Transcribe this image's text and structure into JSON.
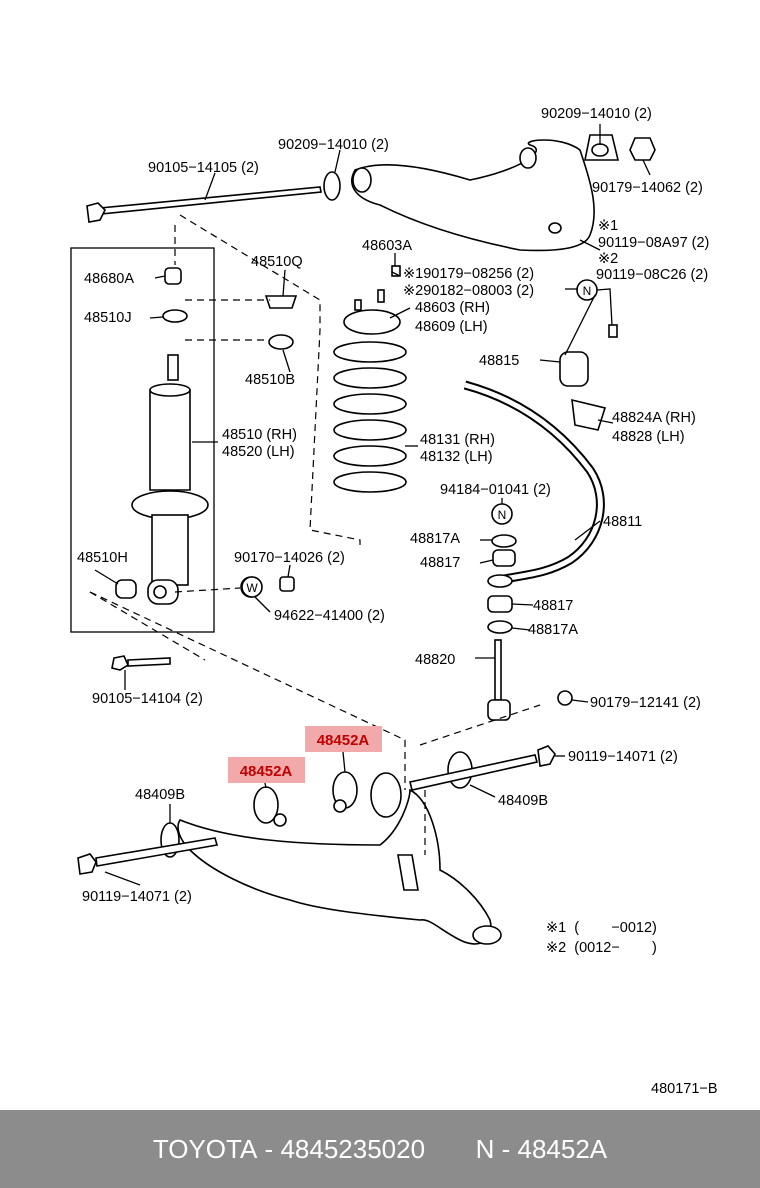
{
  "labels": {
    "p90209_14010_top": "90209−14010 (2)",
    "p90209_14010_left": "90209−14010 (2)",
    "p90105_14105": "90105−14105 (2)",
    "p90179_14062": "90179−14062 (2)",
    "mark1": "※1",
    "p90119_08A97": "90119−08A97 (2)",
    "mark2": "※2",
    "p90119_08C26": "90119−08C26 (2)",
    "p48603A": "48603A",
    "p190179": "※190179−08256 (2)",
    "p290182": "※290182−08003 (2)",
    "p48603": "48603 (RH)",
    "p48609": "48609 (LH)",
    "p48510Q": "48510Q",
    "p48680A": "48680A",
    "p48510J": "48510J",
    "p48510B": "48510B",
    "p48815": "48815",
    "p48824A": "48824A (RH)",
    "p48828": "48828   (LH)",
    "p48510": "48510 (RH)",
    "p48520": "48520 (LH)",
    "p48131": "48131 (RH)",
    "p48132": "48132 (LH)",
    "p94184": "94184−01041 (2)",
    "p48811": "48811",
    "p48817A_top": "48817A",
    "p48817_top": "48817",
    "p48510H": "48510H",
    "p90170": "90170−14026 (2)",
    "p94622": "94622−41400 (2)",
    "p48817_bot": "48817",
    "p48817A_bot": "48817A",
    "p90105_14104": "90105−14104 (2)",
    "p48820": "48820",
    "p90179_12141": "90179−12141 (2)",
    "p48452A_1": "48452A",
    "p48452A_2": "48452A",
    "p90119_14071_right": "90119−14071 (2)",
    "p48409B_left": "48409B",
    "p48409B_right": "48409B",
    "p90119_14071_left": "90119−14071 (2)",
    "note1": "※1  (        −0012)",
    "note2": "※2  (0012−        )",
    "diagram_code": "480171−B",
    "n_symbol": "N",
    "w_symbol": "W"
  },
  "footer": {
    "brand": "TOYOTA",
    "part_number": "4845235020",
    "ref": "N - 48452A"
  },
  "colors": {
    "highlight_box": "#f2a9a9",
    "highlight_text": "#c00000",
    "footer_bg": "#8c8c8c"
  }
}
